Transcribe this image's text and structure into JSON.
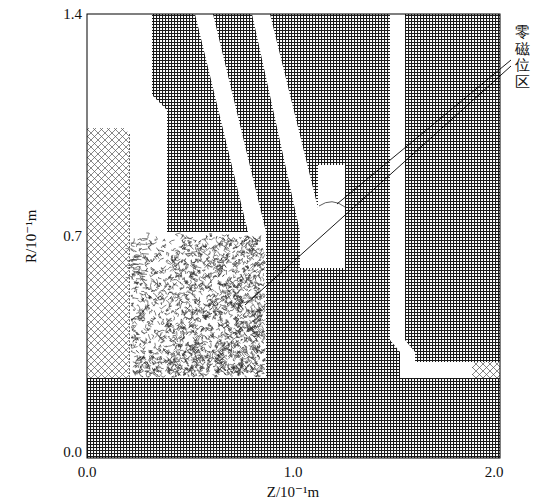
{
  "diagram": {
    "labels": [
      "1.4",
      "0.7",
      "0.0",
      "0.0",
      "1.0",
      "2.0",
      "R/10⁻¹m",
      "Z/10⁻¹m",
      "零磁位区"
    ]
  }
}
